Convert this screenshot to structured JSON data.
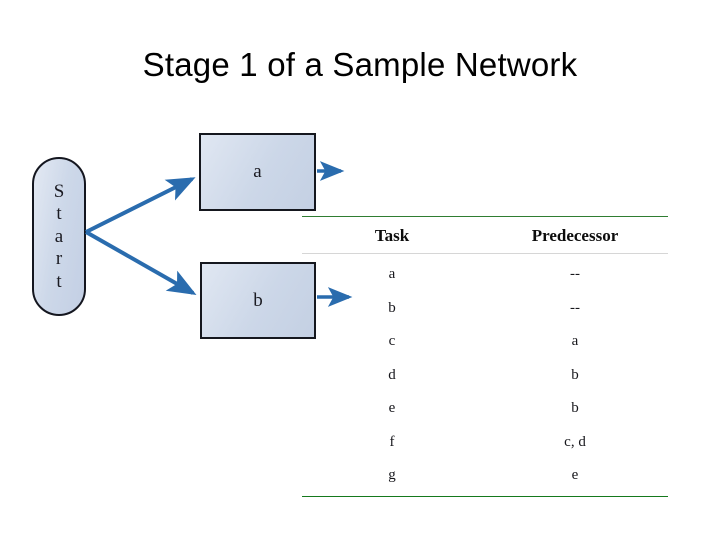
{
  "slide": {
    "title": "Stage 1 of a Sample Network"
  },
  "diagram": {
    "start_node": {
      "name": "Start",
      "letters": [
        "S",
        "t",
        "a",
        "r",
        "t"
      ]
    },
    "nodes": [
      {
        "label": "a"
      },
      {
        "label": "b"
      }
    ],
    "edges": [
      {
        "from": "Start",
        "to": "a"
      },
      {
        "from": "Start",
        "to": "b"
      },
      {
        "from": "a",
        "to": ""
      },
      {
        "from": "b",
        "to": ""
      }
    ],
    "colors": {
      "arrow": "#2a6cae",
      "node_fill": "#ccd7e8",
      "node_border": "#15171e",
      "rule_green": "#2f7d32"
    }
  },
  "table": {
    "headers": [
      "Task",
      "Predecessor"
    ],
    "rows": [
      {
        "task": "a",
        "predecessor": "--"
      },
      {
        "task": "b",
        "predecessor": "--"
      },
      {
        "task": "c",
        "predecessor": "a"
      },
      {
        "task": "d",
        "predecessor": "b"
      },
      {
        "task": "e",
        "predecessor": "b"
      },
      {
        "task": "f",
        "predecessor": "c, d"
      },
      {
        "task": "g",
        "predecessor": "e"
      }
    ]
  }
}
